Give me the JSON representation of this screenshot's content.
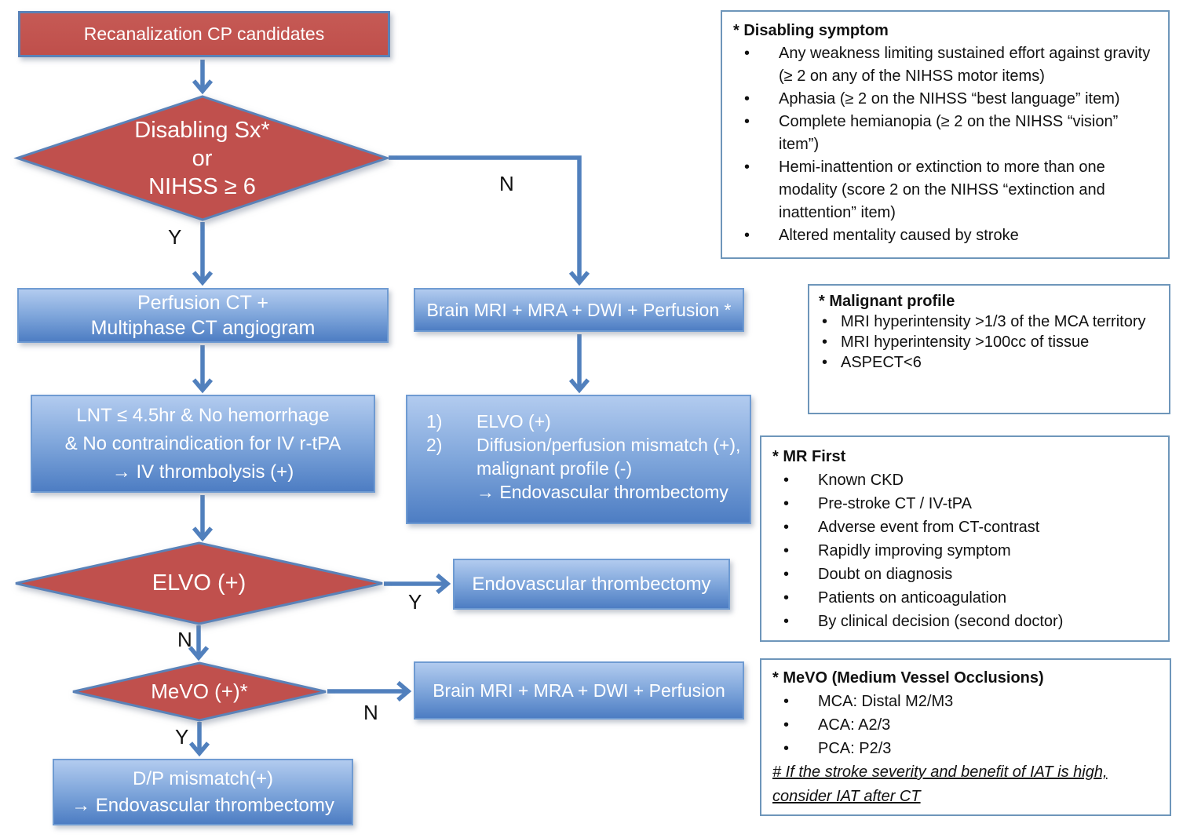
{
  "colors": {
    "node_red": "#c0504d",
    "node_blue_top": "#b2cbef",
    "node_blue_bottom": "#4d7dc3",
    "shape_border_blue": "#5a82b8",
    "arrow_blue": "#5180bd",
    "note_border": "#6e96ba",
    "node_text": "#ffffff",
    "note_text": "#111111"
  },
  "flowchart": {
    "start": "Recanalization CP candidates",
    "decision1": {
      "line1": "Disabling Sx*",
      "line2": "or",
      "line3": "NIHSS ≥ 6"
    },
    "perfusion_box": {
      "line1": "Perfusion CT +",
      "line2": "Multiphase CT angiogram"
    },
    "mri_top_box": "Brain MRI + MRA + DWI + Perfusion *",
    "lnt_box": {
      "line1": "LNT ≤ 4.5hr & No hemorrhage",
      "line2": "& No contraindication for IV r-tPA",
      "line3": "→ IV thrombolysis (+)"
    },
    "elvo_result_box": {
      "item1_num": "1)",
      "item1_text": "ELVO (+)",
      "item2_num": "2)",
      "item2_text": "Diffusion/perfusion mismatch (+), malignant profile (-)",
      "item2_result": "→ Endovascular thrombectomy"
    },
    "decision2": "ELVO (+)",
    "endovascular_box": "Endovascular thrombectomy",
    "decision3": "MeVO (+)*",
    "mri_bottom_box": "Brain MRI + MRA + DWI + Perfusion",
    "dp_box": {
      "line1": "D/P mismatch(+)",
      "line2": "→ Endovascular thrombectomy"
    },
    "labels": {
      "y1": "Y",
      "n1": "N",
      "y2": "Y",
      "n2": "N",
      "y3": "Y",
      "n3": "N"
    }
  },
  "notes": {
    "disabling": {
      "title": "* Disabling symptom",
      "bullets": [
        "Any weakness limiting sustained effort against gravity (≥ 2 on any of the NIHSS motor items)",
        "Aphasia (≥ 2 on the NIHSS “best language” item)",
        "Complete hemianopia (≥ 2 on the NIHSS “vision” item”)",
        "Hemi-inattention or extinction to more than one modality (score 2 on the NIHSS “extinction and inattention” item)",
        "Altered mentality caused by stroke"
      ]
    },
    "malignant": {
      "title": "* Malignant profile",
      "bullets": [
        "MRI hyperintensity >1/3 of the MCA territory",
        "MRI hyperintensity >100cc of tissue",
        "ASPECT<6"
      ]
    },
    "mr_first": {
      "title": "* MR First",
      "bullets": [
        "Known CKD",
        "Pre-stroke CT / IV-tPA",
        "Adverse event from CT-contrast",
        "Rapidly improving symptom",
        "Doubt on diagnosis",
        "Patients on anticoagulation",
        "By clinical decision (second doctor)"
      ]
    },
    "mevo": {
      "title": "* MeVO (Medium Vessel Occlusions)",
      "bullets": [
        "MCA: Distal M2/M3",
        "ACA: A2/3",
        "PCA: P2/3"
      ],
      "footnote": "# If the stroke severity and benefit of IAT is high, consider IAT after CT"
    }
  }
}
